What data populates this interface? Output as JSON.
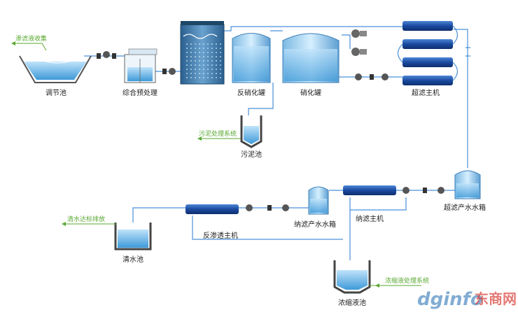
{
  "labels": {
    "equalization_tank": "调节池",
    "pretreatment": "综合预处理",
    "denitrification_tank": "反硝化罐",
    "nitrification_tank": "硝化罐",
    "uf_host": "超滤主机",
    "sludge_tank": "污泥池",
    "uf_water_tank": "超滤产水水箱",
    "nf_host": "纳滤主机",
    "nf_water_tank": "纳滤产水水箱",
    "ro_host": "反渗透主机",
    "clean_water_tank": "清水池",
    "concentrate_tank": "浓缩液池"
  },
  "callouts": {
    "leachate_collection": "渗滤液收集",
    "sludge_system": "污泥处理系统",
    "discharge": "清水达标排放",
    "concentrate_system": "浓缩液处理系统"
  },
  "watermark": {
    "latin": "dginfo",
    "cn": "东商网"
  },
  "colors": {
    "water": "#5fb3e6",
    "pipe": "#4a90d9",
    "callout": "#5aa832",
    "membrane": "#1d4f9e"
  }
}
